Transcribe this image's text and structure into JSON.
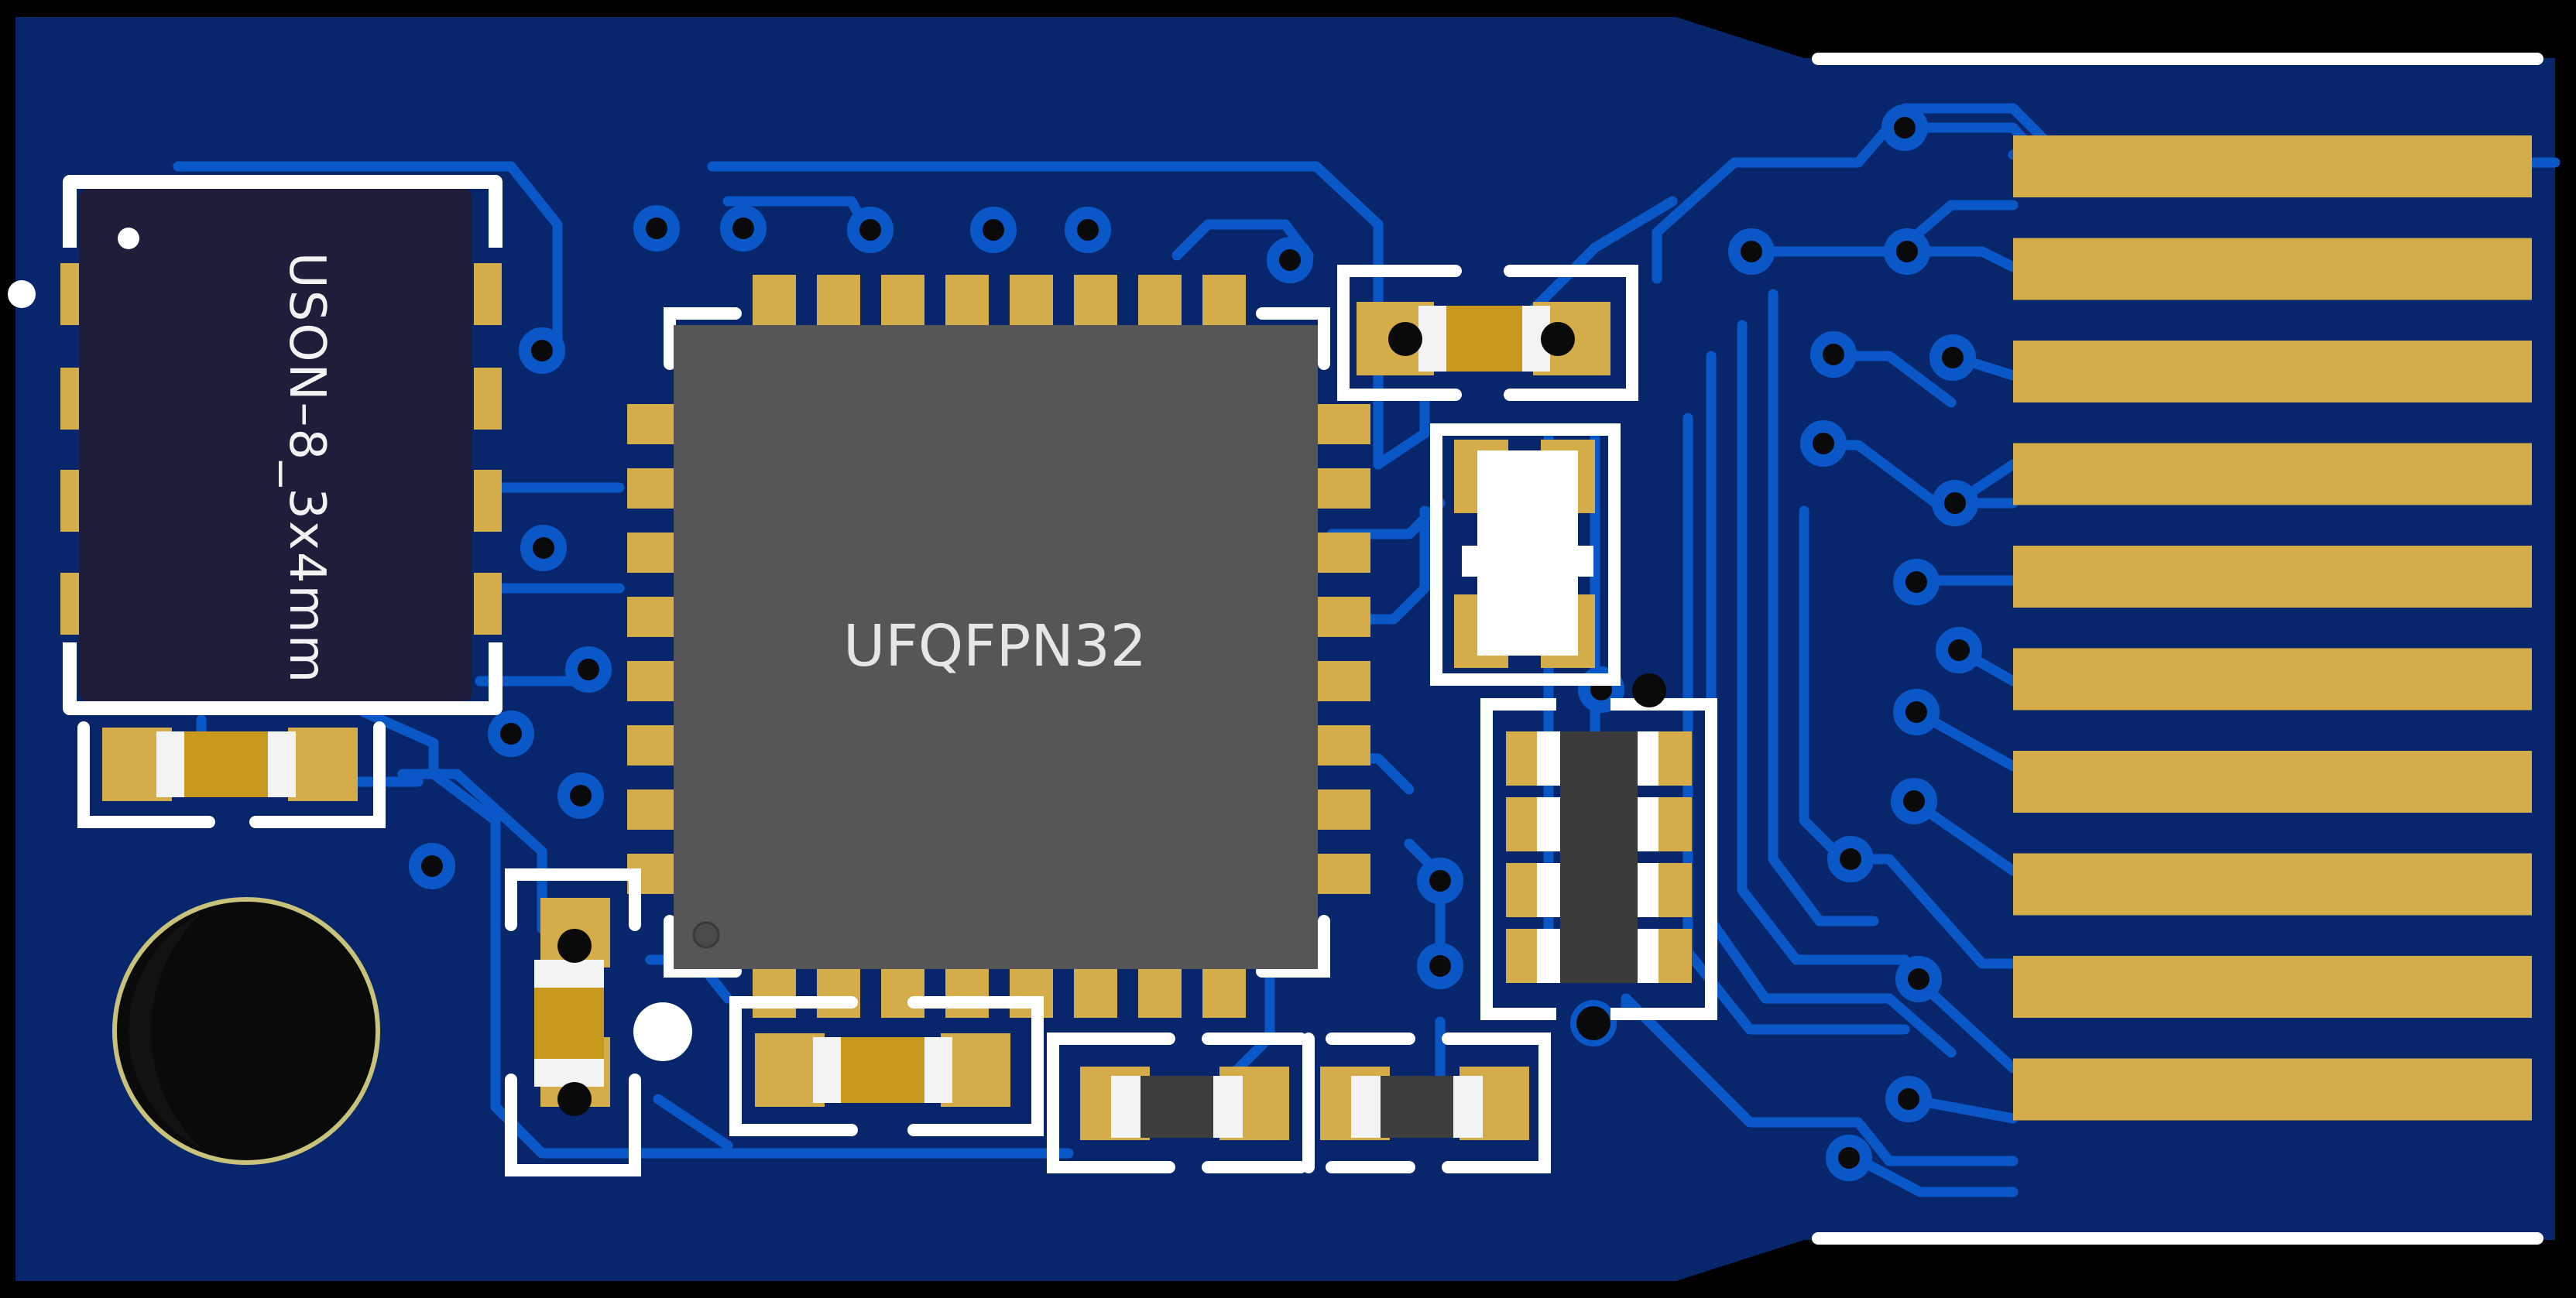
{
  "board": {
    "labels": {
      "uson": "USON–8_3x4mm",
      "qfn": "UFQFPN32"
    },
    "colors": {
      "background": "#000000",
      "substrate": "#08266b",
      "trace": "#0a58c8",
      "pad": "#d4ad4a",
      "silkscreen": "#ffffff",
      "ic_qfn": "#565656",
      "ic_uson": "#1f1e3a",
      "hole": "#050505",
      "hole_ring": "#c8c27a"
    },
    "edge_contacts_count": 10
  }
}
